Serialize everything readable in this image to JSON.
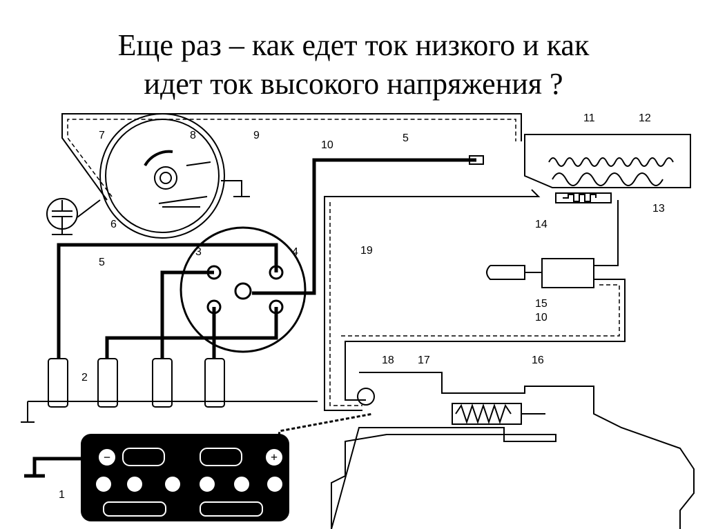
{
  "title": {
    "line1": "Еще раз – как едет ток низкого и как",
    "line2": "идет ток высокого напряжения ?"
  },
  "diagram": {
    "labels": {
      "l1": "1",
      "l2": "2",
      "l3": "3",
      "l4": "4",
      "l5a": "5",
      "l5b": "5",
      "l6": "6",
      "l7": "7",
      "l8": "8",
      "l9": "9",
      "l10a": "10",
      "l10b": "10",
      "l11": "11",
      "l12": "12",
      "l13": "13",
      "l14": "14",
      "l15": "15",
      "l16": "16",
      "l17": "17",
      "l18": "18",
      "l19": "19"
    },
    "battery_terminals": {
      "neg": "−",
      "pos": "+"
    }
  }
}
